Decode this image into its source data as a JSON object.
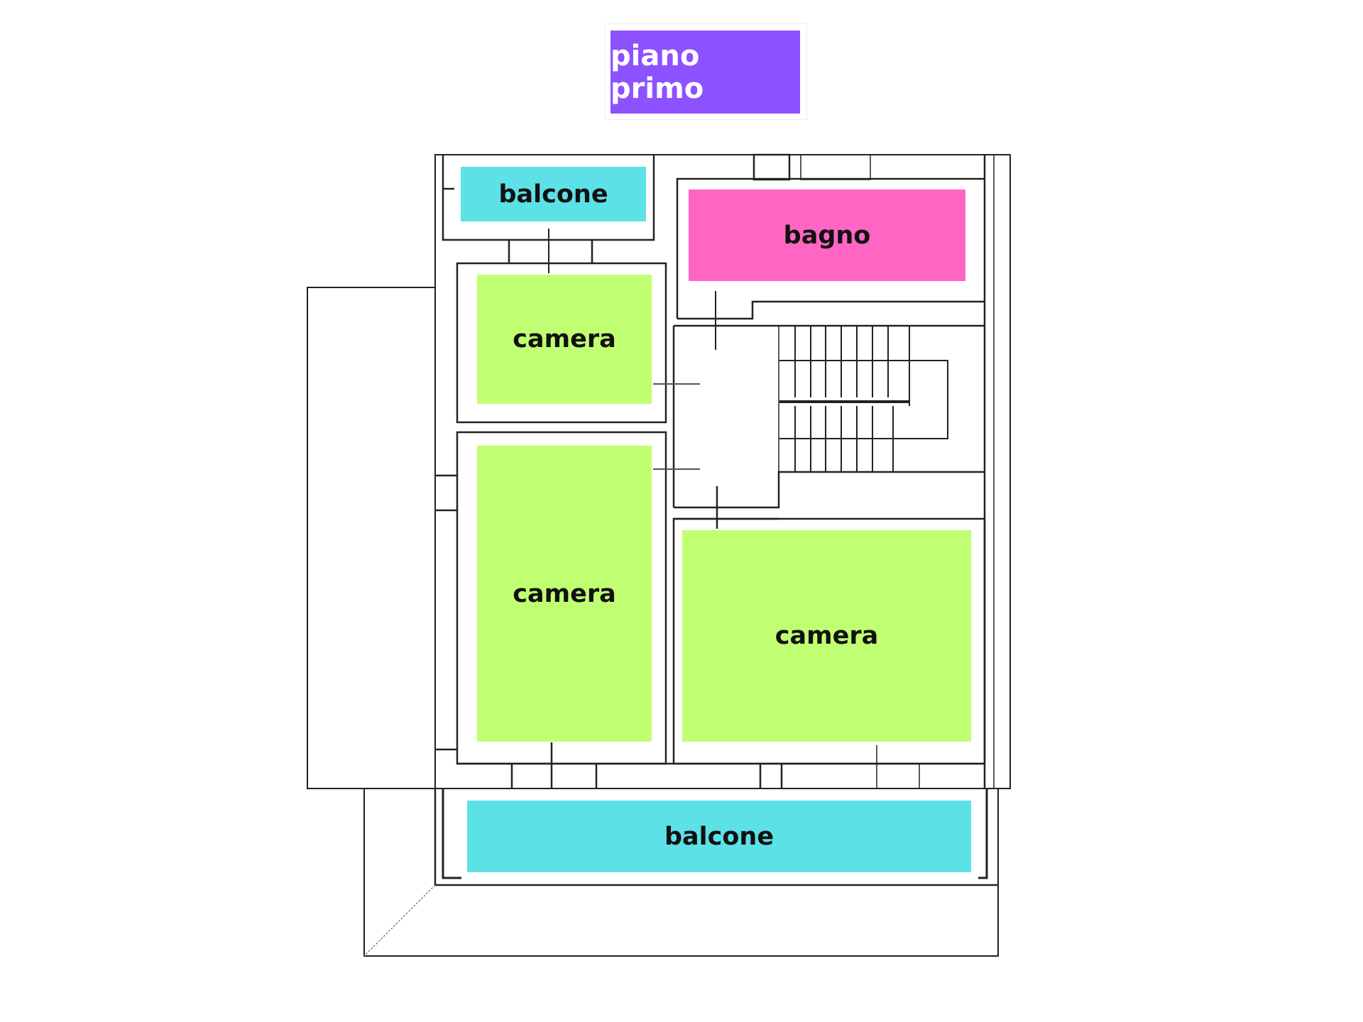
{
  "title": "piano primo",
  "colors": {
    "title_bg": "#8c52ff",
    "balcone": "#5ce1e6",
    "bagno": "#ff66c4",
    "camera": "#c1ff72"
  },
  "rooms": [
    {
      "label": "balcone",
      "type": "balcone"
    },
    {
      "label": "bagno",
      "type": "bagno"
    },
    {
      "label": "camera",
      "type": "camera"
    },
    {
      "label": "camera",
      "type": "camera"
    },
    {
      "label": "camera",
      "type": "camera"
    },
    {
      "label": "balcone",
      "type": "balcone"
    }
  ]
}
